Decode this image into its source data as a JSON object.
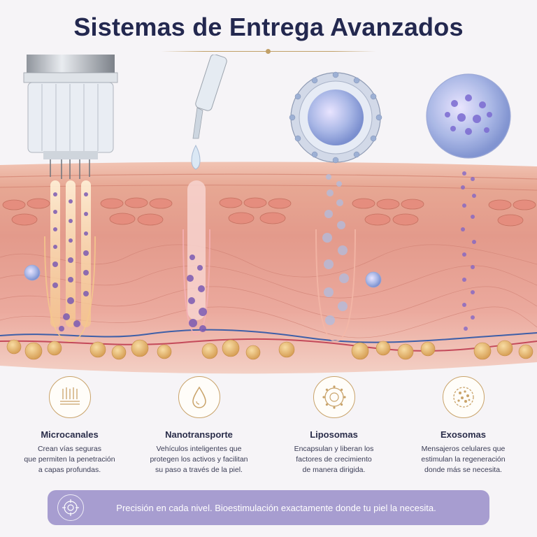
{
  "header": {
    "title": "Sistemas de Entrega Avanzados"
  },
  "features": [
    {
      "icon": "microneedles-icon",
      "title": "Microcanales",
      "desc": [
        "Crean vías seguras",
        "que permiten la penetración",
        "a capas profundas."
      ]
    },
    {
      "icon": "droplet-icon",
      "title": "Nanotransporte",
      "desc": [
        "Vehículos inteligentes que",
        "protegen los activos y facilitan",
        "su paso a través de la piel."
      ]
    },
    {
      "icon": "liposome-icon",
      "title": "Liposomas",
      "desc": [
        "Encapsulan y liberan los",
        "factores de crecimiento",
        "de manera dirigida."
      ]
    },
    {
      "icon": "exosome-icon",
      "title": "Exosomas",
      "desc": [
        "Mensajeros celulares que",
        "estimulan la regeneración",
        "donde más se necesita."
      ]
    }
  ],
  "banner": {
    "icon": "target-icon",
    "text": "Precisión en cada nivel. Bioestimulación exactamente donde tu piel la necesita."
  },
  "colors": {
    "title": "#23284f",
    "gold": "#c1a068",
    "skin": "#e9a89a",
    "particle": "#7b5bb3",
    "banner": "#a79dd0"
  }
}
